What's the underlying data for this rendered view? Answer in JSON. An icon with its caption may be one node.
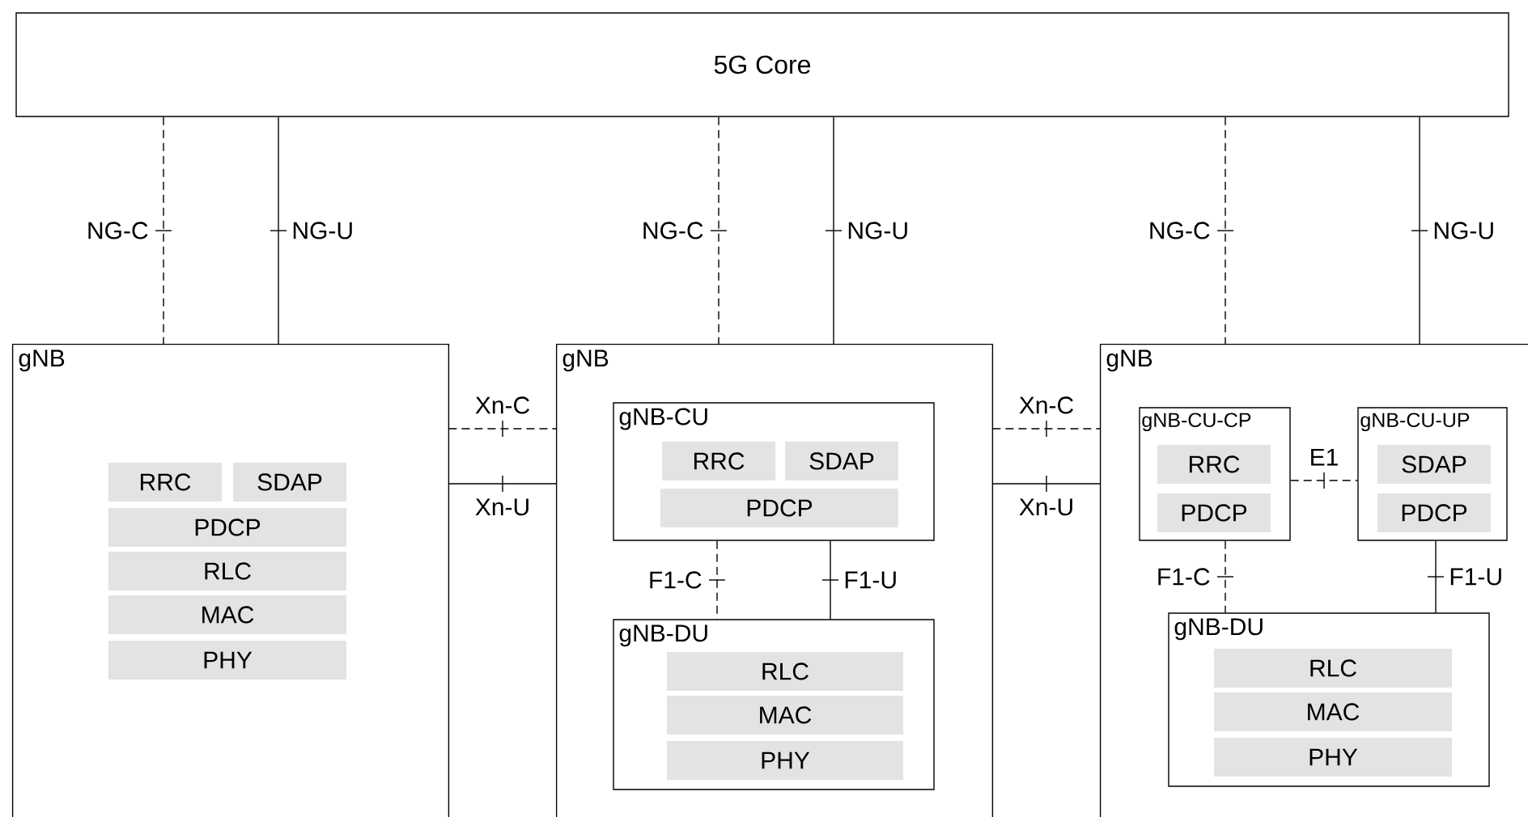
{
  "diagram": {
    "nodes": [
      {
        "text": [
          "5G Core"
        ]
      },
      {
        "text": [
          "gNB"
        ]
      },
      {
        "text": [
          "RRC"
        ],
        "in": 1
      },
      {
        "text": [
          "SDAP"
        ],
        "in": 1
      },
      {
        "text": [
          "PDCP"
        ],
        "in": 1
      },
      {
        "text": [
          "RLC"
        ],
        "in": 1
      },
      {
        "text": [
          "MAC"
        ],
        "in": 1
      },
      {
        "text": [
          "PHY"
        ],
        "in": 1
      },
      {
        "text": [
          "gNB"
        ]
      },
      {
        "text": [
          "gNB-CU"
        ],
        "in": 8
      },
      {
        "text": [
          "RRC"
        ],
        "in": 9
      },
      {
        "text": [
          "SDAP"
        ],
        "in": 9
      },
      {
        "text": [
          "PDCP"
        ],
        "in": 9
      },
      {
        "text": [
          "gNB-DU"
        ],
        "in": 8
      },
      {
        "text": [
          "RLC"
        ],
        "in": 13
      },
      {
        "text": [
          "MAC"
        ],
        "in": 13
      },
      {
        "text": [
          "PHY"
        ],
        "in": 13
      },
      {
        "text": [
          "gNB"
        ]
      },
      {
        "text": [
          "gNB-CU-CP"
        ],
        "in": 17
      },
      {
        "text": [
          "RRC"
        ],
        "in": 18
      },
      {
        "text": [
          "PDCP"
        ],
        "in": 18
      },
      {
        "text": [
          "gNB-CU-UP"
        ],
        "in": 17
      },
      {
        "text": [
          "SDAP"
        ],
        "in": 21
      },
      {
        "text": [
          "PDCP"
        ],
        "in": 21
      },
      {
        "text": [
          "gNB-DU"
        ],
        "in": 17
      },
      {
        "text": [
          "RLC"
        ],
        "in": 24
      },
      {
        "text": [
          "MAC"
        ],
        "in": 24
      },
      {
        "text": [
          "PHY"
        ],
        "in": 24
      }
    ],
    "edges": [
      {
        "from": 0,
        "to": 1,
        "arrow": "none",
        "label": "NG-C",
        "style": "dashed"
      },
      {
        "from": 0,
        "to": 1,
        "arrow": "none",
        "label": "NG-U"
      },
      {
        "from": 0,
        "to": 8,
        "arrow": "none",
        "label": "NG-C",
        "style": "dashed"
      },
      {
        "from": 0,
        "to": 8,
        "arrow": "none",
        "label": "NG-U"
      },
      {
        "from": 0,
        "to": 17,
        "arrow": "none",
        "label": "NG-C",
        "style": "dashed"
      },
      {
        "from": 0,
        "to": 17,
        "arrow": "none",
        "label": "NG-U"
      },
      {
        "from": 1,
        "to": 8,
        "arrow": "none",
        "label": "Xn-C",
        "style": "dashed"
      },
      {
        "from": 1,
        "to": 8,
        "arrow": "none",
        "label": "Xn-U"
      },
      {
        "from": 8,
        "to": 17,
        "arrow": "none",
        "label": "Xn-C",
        "style": "dashed"
      },
      {
        "from": 8,
        "to": 17,
        "arrow": "none",
        "label": "Xn-U"
      },
      {
        "from": 9,
        "to": 13,
        "arrow": "none",
        "label": "F1-C",
        "style": "dashed"
      },
      {
        "from": 9,
        "to": 13,
        "arrow": "none",
        "label": "F1-U"
      },
      {
        "from": 18,
        "to": 21,
        "arrow": "none",
        "label": "E1",
        "style": "dashed"
      },
      {
        "from": 18,
        "to": 24,
        "arrow": "none",
        "label": "F1-C",
        "style": "dashed"
      },
      {
        "from": 21,
        "to": 24,
        "arrow": "none",
        "label": "F1-U"
      }
    ]
  }
}
